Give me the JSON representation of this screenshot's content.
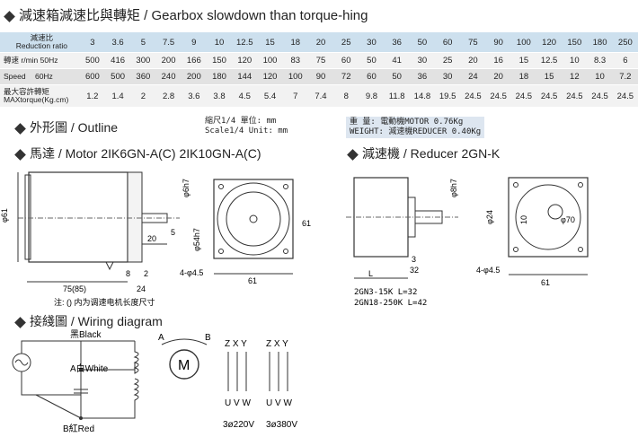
{
  "title": "減速箱減速比與轉矩 / Gearbox slowdown than torque-hing",
  "table": {
    "ratio_label_cn": "減速比",
    "ratio_label_en": "Reduction ratio",
    "ratios": [
      "3",
      "3.6",
      "5",
      "7.5",
      "9",
      "10",
      "12.5",
      "15",
      "18",
      "20",
      "25",
      "30",
      "36",
      "50",
      "60",
      "75",
      "90",
      "100",
      "120",
      "150",
      "180",
      "250"
    ],
    "speed_label_cn": "轉速",
    "speed_label_en": "Speed",
    "unit_50": "r/min 50Hz",
    "unit_60": "60Hz",
    "speed_50": [
      "500",
      "416",
      "300",
      "200",
      "166",
      "150",
      "120",
      "100",
      "83",
      "75",
      "60",
      "50",
      "41",
      "30",
      "25",
      "20",
      "16",
      "15",
      "12.5",
      "10",
      "8.3",
      "6"
    ],
    "speed_60": [
      "600",
      "500",
      "360",
      "240",
      "200",
      "180",
      "144",
      "120",
      "100",
      "90",
      "72",
      "60",
      "50",
      "36",
      "30",
      "24",
      "20",
      "18",
      "15",
      "12",
      "10",
      "7.2"
    ],
    "torque_label_cn": "最大容許轉矩",
    "torque_label_en": "MAXtorque(Kg.cm)",
    "torque": [
      "1.2",
      "1.4",
      "2",
      "2.8",
      "3.6",
      "3.8",
      "4.5",
      "5.4",
      "7",
      "7.4",
      "8",
      "9.8",
      "11.8",
      "14.8",
      "19.5",
      "24.5",
      "24.5",
      "24.5",
      "24.5",
      "24.5",
      "24.5",
      "24.5"
    ]
  },
  "outline_title": "外形圖 / Outline",
  "scale_cn": "縮尺1/4  單位: mm",
  "scale_en": "Scale1/4  Unit: mm",
  "weight_line1": "重  量: 電動機MOTOR  0.76Kg",
  "weight_line2": "WEIGHT: 減速機REDUCER 0.40Kg",
  "motor_title": "馬達 / Motor  2IK6GN-A(C) 2IK10GN-A(C)",
  "reducer_title": "減速機 / Reducer  2GN-K",
  "motor_dims": {
    "d61": "φ61",
    "d6h7": "φ6h7",
    "d54h7": "φ54h7",
    "twenty": "20",
    "five": "5",
    "len": "75(85)",
    "eight": "8",
    "twofour": "24",
    "two": "2",
    "holes": "4-φ4.5",
    "sixtyone_v": "61",
    "sixtyone_h": "61",
    "note": "注: () 内为调速电机长度尺寸"
  },
  "reducer_dims": {
    "d8h7": "φ8h7",
    "d24": "φ24",
    "ten": "10",
    "d70": "φ70",
    "three": "3",
    "thirtytwo": "32",
    "L": "L",
    "holes": "4-φ4.5",
    "sixtyone": "61",
    "model1": "2GN3-15K     L=32",
    "model2": "2GN18-250K   L=42"
  },
  "wiring_title": "接綫圖 / Wiring diagram",
  "wiring": {
    "black": "黑Black",
    "white": "A白White",
    "red": "B紅Red",
    "a": "A",
    "b": "B",
    "m": "M",
    "top_220": "Z X Y",
    "top_380": "Z X Y",
    "bot_220": "U V W",
    "bot_380": "U V W",
    "v220": "3ø220V",
    "v380": "3ø380V"
  }
}
